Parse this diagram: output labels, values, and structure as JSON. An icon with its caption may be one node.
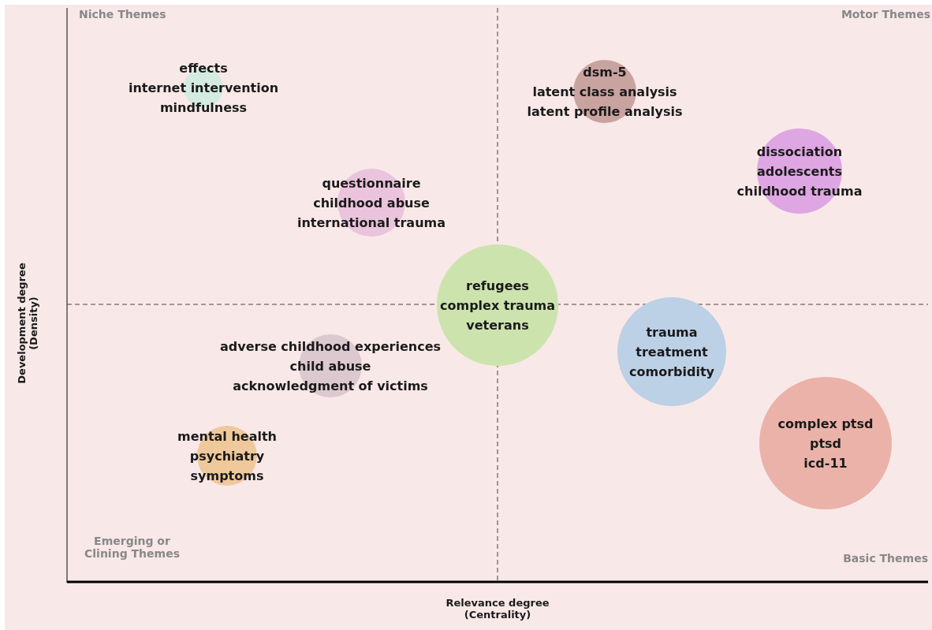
{
  "diagram": {
    "nodes": [
      {
        "text": [
          "effects",
          "internet intervention",
          "mindfulness"
        ]
      },
      {
        "text": [
          "dsm-5",
          "latent class analysis",
          "latent profile analysis"
        ]
      },
      {
        "text": [
          "dissociation",
          "adolescents",
          "childhood trauma"
        ]
      },
      {
        "text": [
          "questionnaire",
          "childhood abuse",
          "international trauma"
        ]
      },
      {
        "text": [
          "refugees",
          "complex trauma",
          "veterans"
        ]
      },
      {
        "text": [
          "trauma",
          "treatment",
          "comorbidity"
        ]
      },
      {
        "text": [
          "adverse childhood experiences",
          "child abuse",
          "acknowledgment of victims"
        ]
      },
      {
        "text": [
          "mental health",
          "psychiatry",
          "symptoms"
        ]
      },
      {
        "text": [
          "complex ptsd",
          "ptsd",
          "icd-11"
        ]
      }
    ],
    "labels": [
      "Niche Themes",
      "Motor Themes",
      "Development degree (Density)",
      "Emerging or Clining Themes",
      "Basic Themes",
      "Relevance degree (Centrality)"
    ]
  }
}
